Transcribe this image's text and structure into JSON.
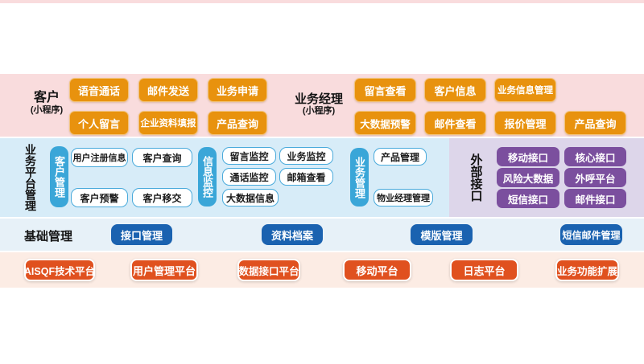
{
  "colors": {
    "top_band_pink": "#f9dcdd",
    "platform_band_blue": "#d7ecf8",
    "external_panel_lavender": "#ddd6ea",
    "foundation_band_blue": "#e7f1f8",
    "infra_band_peach": "#fcece4",
    "orange_button": "#e8920e",
    "blue_pill": "#3aa6d8",
    "white_button_border": "#49aadb",
    "purple_button": "#7b4f9e",
    "royal_blue_button": "#1a62b0",
    "vermillion_button": "#e0511f",
    "label_text": "#141414"
  },
  "customers": {
    "groups": [
      {
        "title": "客户",
        "subtitle": "(小程序)",
        "rows": [
          [
            "语音通话",
            "邮件发送",
            "业务申请"
          ],
          [
            "个人留言",
            "企业资料填报",
            "产品查询"
          ]
        ]
      },
      {
        "title": "业务经理",
        "subtitle": "(小程序)",
        "rows": [
          [
            "留言查看",
            "客户信息",
            "业务信息管理"
          ],
          [
            "大数据预警",
            "邮件查看",
            "报价管理",
            "产品查询"
          ]
        ]
      }
    ]
  },
  "platform": {
    "title": "业务平台管理",
    "groups": [
      {
        "pill": "客户管理",
        "rows": [
          [
            "用户注册信息",
            "客户查询"
          ],
          [
            "客户预警",
            "客户移交"
          ]
        ]
      },
      {
        "pill": "信息监控",
        "rows": [
          [
            "留言监控",
            "业务监控"
          ],
          [
            "通话监控",
            "邮箱查看"
          ],
          [
            "大数据信息"
          ]
        ]
      },
      {
        "pill": "业务管理",
        "rows": [
          [
            "产品管理"
          ],
          [
            "物业经理管理"
          ]
        ]
      }
    ],
    "external": {
      "title": "外部接口",
      "rows": [
        [
          "移动接口",
          "核心接口"
        ],
        [
          "风险大数据",
          "外呼平台"
        ],
        [
          "短信接口",
          "邮件接口"
        ]
      ]
    }
  },
  "foundation": {
    "title": "基础管理",
    "buttons": [
      "接口管理",
      "资料档案",
      "模版管理",
      "短信邮件管理"
    ]
  },
  "infra": {
    "buttons": [
      "AISQF技术平台",
      "用户管理平台",
      "数据接口平台",
      "移动平台",
      "日志平台",
      "业务功能扩展"
    ]
  }
}
